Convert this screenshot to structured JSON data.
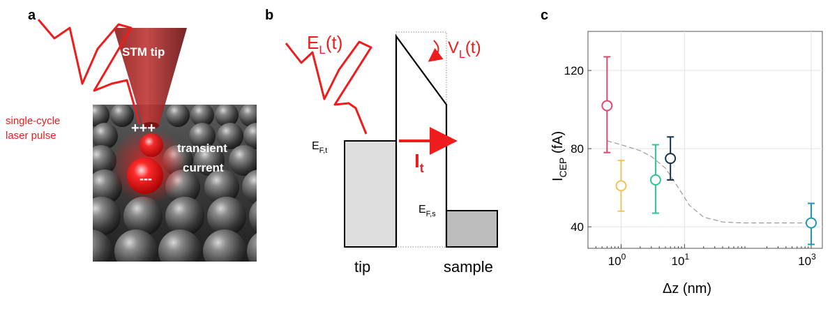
{
  "panel_a": {
    "letter": "a",
    "tip_label": "STM tip",
    "charge_plus": "+++",
    "charge_minus": "---",
    "pulse_label_1": "single-cycle",
    "pulse_label_2": "laser pulse",
    "current_label_1": "transient",
    "current_label_2": "current"
  },
  "panel_b": {
    "letter": "b",
    "field_main": "E",
    "field_sub": "L",
    "field_arg": "(t)",
    "voltage_main": "V",
    "voltage_sub": "L",
    "voltage_arg": "(t)",
    "fermi_tip_main": "E",
    "fermi_tip_sub": "F,t",
    "fermi_sample_main": "E",
    "fermi_sample_sub": "F,s",
    "current_main": "I",
    "current_sub": "t",
    "tip_label": "tip",
    "sample_label": "sample"
  },
  "panel_c": {
    "letter": "c",
    "ylabel_main": "I",
    "ylabel_sub": "CEP",
    "ylabel_unit": " (fA)",
    "xlabel": "Δz (nm)",
    "x_ticks": [
      {
        "base": "10",
        "exp": "0",
        "v": 1
      },
      {
        "base": "10",
        "exp": "1",
        "v": 10
      },
      {
        "base": "10",
        "exp": "3",
        "v": 1000
      }
    ],
    "y_ticks": [
      "40",
      "80",
      "120"
    ]
  },
  "chart_data": {
    "type": "scatter",
    "title": "",
    "xlabel": "Δz (nm)",
    "ylabel": "I_CEP (fA)",
    "x_scale": "log",
    "xlim": [
      0.3,
      1500
    ],
    "ylim": [
      29,
      140
    ],
    "grid": true,
    "points": [
      {
        "x": 0.6,
        "y": 102,
        "err_low": 78,
        "err_high": 127,
        "color": "#e0466e"
      },
      {
        "x": 1.0,
        "y": 61,
        "err_low": 48,
        "err_high": 74,
        "color": "#f2c35a"
      },
      {
        "x": 3.5,
        "y": 64,
        "err_low": 47,
        "err_high": 82,
        "color": "#2fc690"
      },
      {
        "x": 6.0,
        "y": 75,
        "err_low": 64,
        "err_high": 86,
        "color": "#163247"
      },
      {
        "x": 1000,
        "y": 42,
        "err_low": 31,
        "err_high": 52,
        "color": "#1c9bb3"
      }
    ],
    "fit_curve": {
      "style": "dashed",
      "color": "#9a9a9a",
      "x": [
        0.6,
        1.0,
        2.0,
        3.0,
        5.0,
        8.0,
        12.0,
        20.0,
        40.0,
        80.0,
        200.0,
        1000.0
      ],
      "y": [
        84,
        82,
        79,
        76,
        70,
        60,
        51,
        45,
        42.5,
        42,
        42,
        42
      ]
    }
  }
}
